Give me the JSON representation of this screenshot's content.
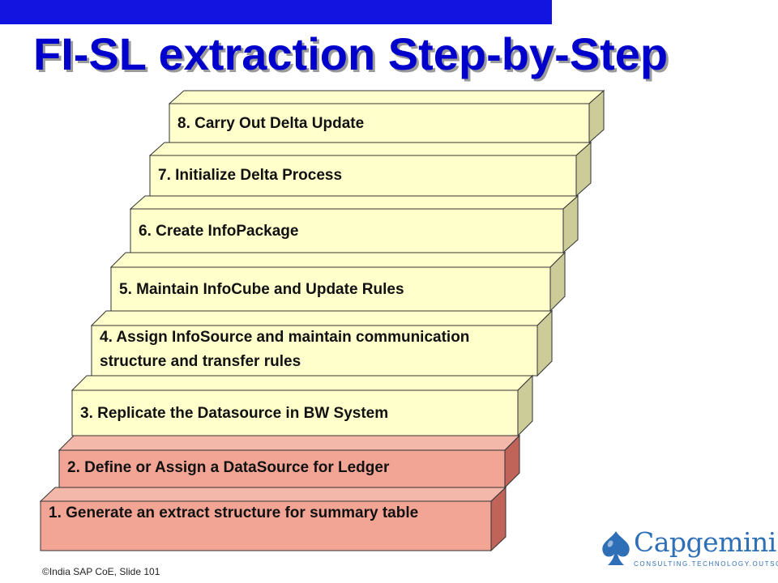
{
  "header": {
    "title": "FI-SL extraction Step-by-Step"
  },
  "steps": [
    {
      "label": "1. Generate an extract structure for summary table"
    },
    {
      "label": "2. Define or Assign a DataSource for Ledger"
    },
    {
      "label": "3. Replicate the Datasource in BW System"
    },
    {
      "label": "4. Assign InfoSource and maintain communication structure and transfer rules"
    },
    {
      "label": "5. Maintain InfoCube and Update Rules"
    },
    {
      "label": "6. Create InfoPackage"
    },
    {
      "label": "7. Initialize Delta Process"
    },
    {
      "label": "8. Carry Out Delta Update"
    }
  ],
  "footer": {
    "text": "India SAP CoE, Slide 101"
  },
  "logo": {
    "name": "Capgemini",
    "tagline": "CONSULTING.TECHNOLOGY.OUTSOURCING"
  },
  "colors": {
    "top_bar": "#1414e0",
    "title": "#0000cc",
    "step_yellow_front": "#ffffcc",
    "step_yellow_top": "#ffffcc",
    "step_yellow_side": "#cccc99",
    "step_pink_front": "#f2a595",
    "step_pink_top": "#f4b8aa",
    "step_pink_side": "#c0645a",
    "logo_blue": "#2f6fb7"
  }
}
